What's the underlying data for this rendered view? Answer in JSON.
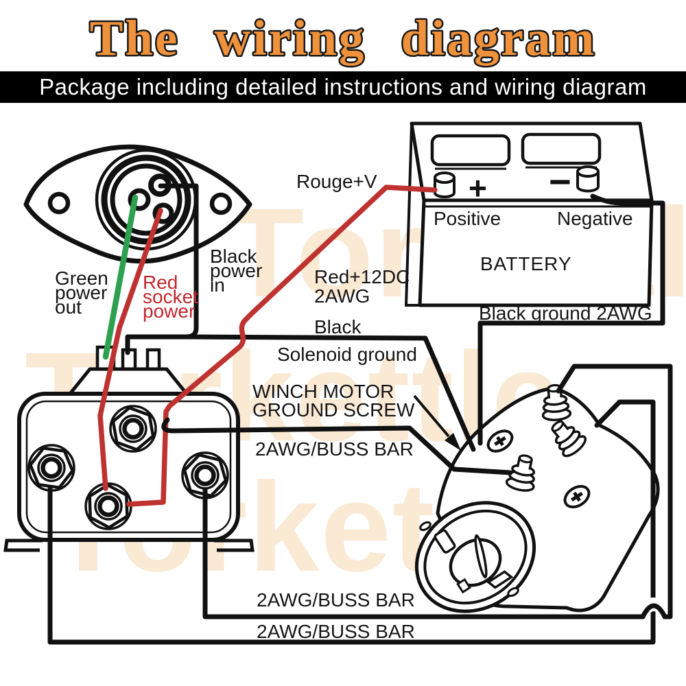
{
  "title": "The wiring diagram",
  "banner": "Package including detailed instructions and wiring diagram",
  "watermark": {
    "text": "Torkettle"
  },
  "colors": {
    "title_orange": "#F0923B",
    "title_outline": "#1A1A1A",
    "banner_bg": "#000000",
    "banner_text": "#FFFFFF",
    "wire_red": "#BE3230",
    "wire_green": "#2EA151",
    "label_red": "#C1272D",
    "line_black": "#111111",
    "watermark_cream": "#FAE9D3"
  },
  "battery": {
    "name": "BATTERY",
    "positive": "Positive",
    "negative": "Negative",
    "pos_symbol": "+",
    "neg_symbol": "−"
  },
  "labels": {
    "rouge": "Rouge+V",
    "red_12dc": [
      "Red+12DC",
      "2AWG"
    ],
    "black_ground": "Black ground 2AWG",
    "green_power_out": [
      "Green",
      "power",
      "out"
    ],
    "red_socket_power": [
      "Red",
      "socket",
      "power"
    ],
    "black_power_in": [
      "Black",
      "power",
      "in"
    ],
    "black_wire": "Black",
    "solenoid_ground": "Solenoid ground",
    "winch_motor_ground_screw": [
      "WINCH MOTOR",
      "GROUND SCREW"
    ],
    "buss_bar_top": "2AWG/BUSS BAR",
    "buss_bar_mid": "2AWG/BUSS BAR",
    "buss_bar_bottom": "2AWG/BUSS BAR"
  }
}
